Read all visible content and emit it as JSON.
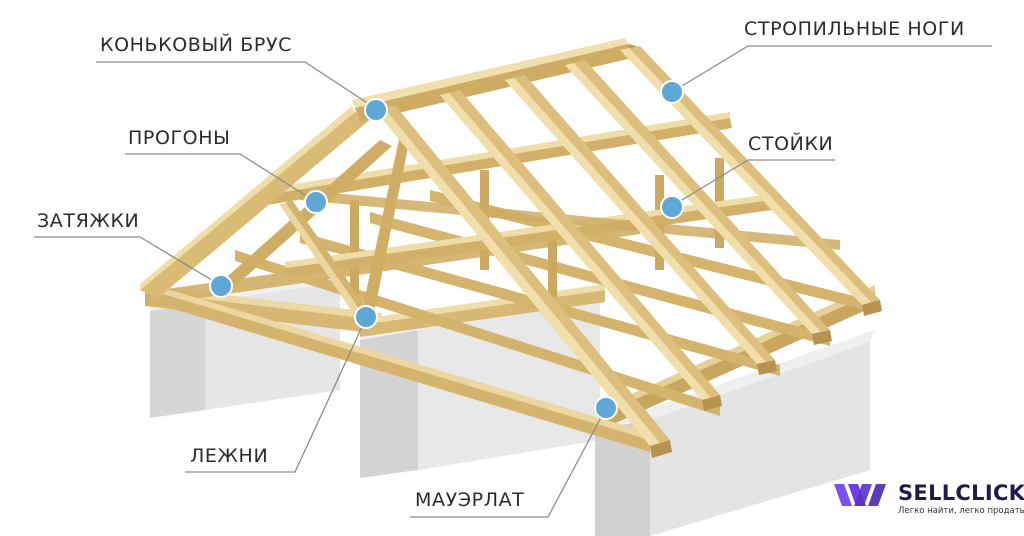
{
  "labels": {
    "ridge_beam": "КОНЬКОВЫЙ БРУС",
    "rafters": "СТРОПИЛЬНЫЕ НОГИ",
    "purlins": "ПРОГОНЫ",
    "posts": "СТОЙКИ",
    "ties": "ЗАТЯЖКИ",
    "sleepers": "ЛЕЖНИ",
    "wall_plate": "МАУЭРЛАТ"
  },
  "brand": {
    "name": "SELLCLICK",
    "tagline": "Легко найти, легко продать"
  },
  "colors": {
    "wood": "#dcc07e",
    "wood_dark": "#b99651",
    "wood_light": "#ecd9a3",
    "concrete": "#e3e3e3",
    "concrete_dark": "#c9c9c9",
    "marker": "#5fa7d6",
    "leader": "#8c8c8c",
    "brand_purple": "#6a3fe0",
    "brand_navy": "#1f1b4d"
  }
}
